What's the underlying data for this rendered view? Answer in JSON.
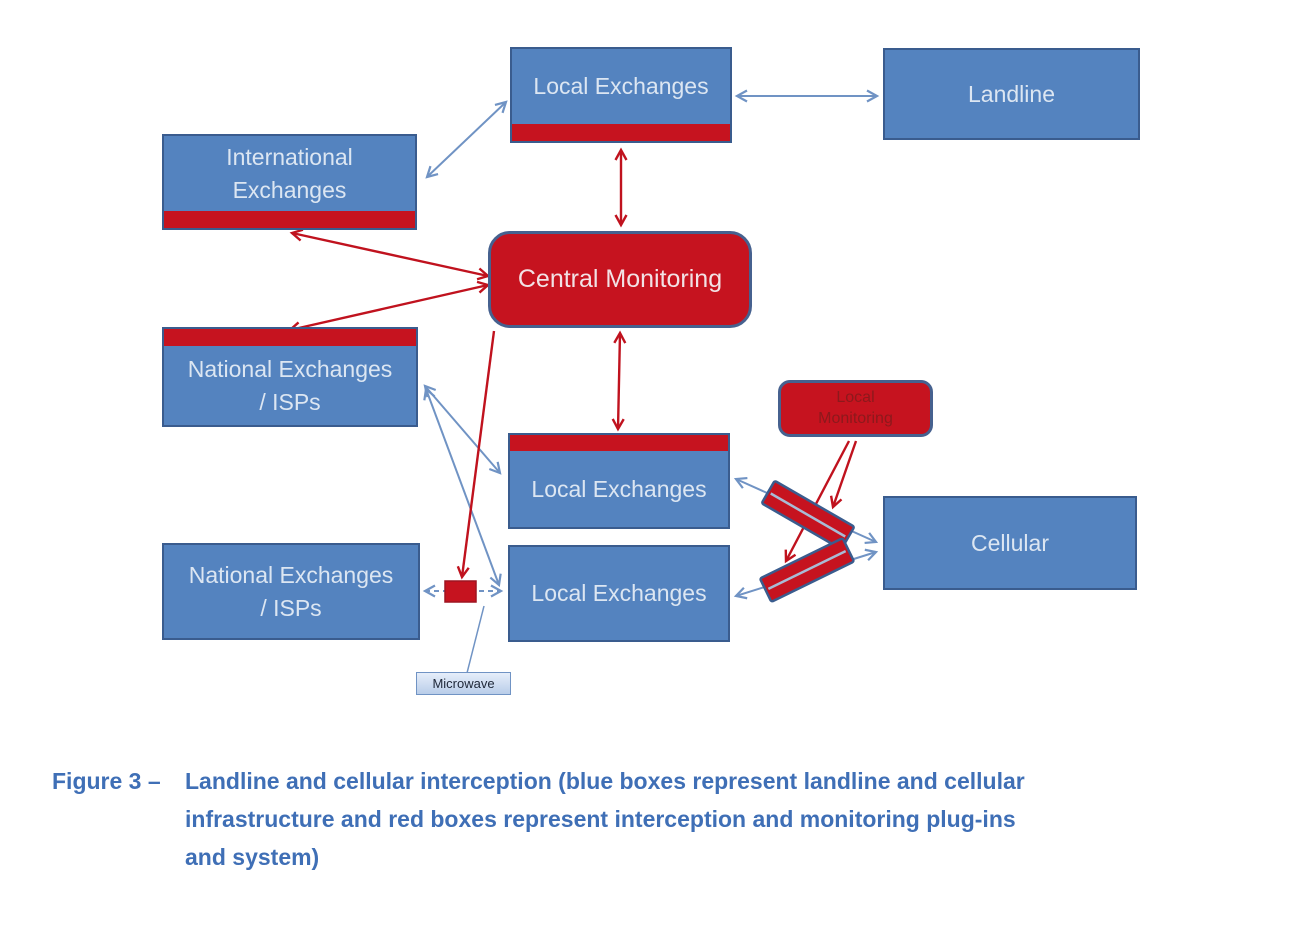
{
  "diagram": {
    "boxes": {
      "local_exchanges_top": {
        "label": "Local Exchanges"
      },
      "landline": {
        "label": "Landline"
      },
      "international_exchanges": {
        "label_line1": "International",
        "label_line2": "Exchanges"
      },
      "central_monitoring": {
        "label": "Central Monitoring"
      },
      "national_exchanges_upper": {
        "label_line1": "National Exchanges",
        "label_line2": "/ ISPs"
      },
      "local_monitoring": {
        "label_line1": "Local",
        "label_line2": "Monitoring"
      },
      "local_exchanges_mid": {
        "label": "Local Exchanges"
      },
      "cellular": {
        "label": "Cellular"
      },
      "national_exchanges_lower": {
        "label_line1": "National Exchanges",
        "label_line2": "/ ISPs"
      },
      "local_exchanges_bottom": {
        "label": "Local Exchanges"
      },
      "microwave_callout": {
        "label": "Microwave"
      }
    },
    "colors": {
      "infrastructure_fill": "#5483bf",
      "infrastructure_border": "#3a5c8e",
      "infrastructure_text": "#dce6f2",
      "monitoring_fill": "#c6131f",
      "monitoring_border": "#46618f",
      "monitoring_text": "#f2e2e5",
      "local_monitoring_text": "#8c191c",
      "blue_arrow": "#7093c4",
      "red_arrow": "#c0121e",
      "caption_text": "#3f6fb6"
    }
  },
  "caption": {
    "prefix": "Figure 3 –",
    "line1": "Landline and cellular interception (blue boxes represent landline and cellular",
    "line2": "infrastructure and red boxes represent interception and monitoring plug-ins",
    "line3": "and system)"
  }
}
